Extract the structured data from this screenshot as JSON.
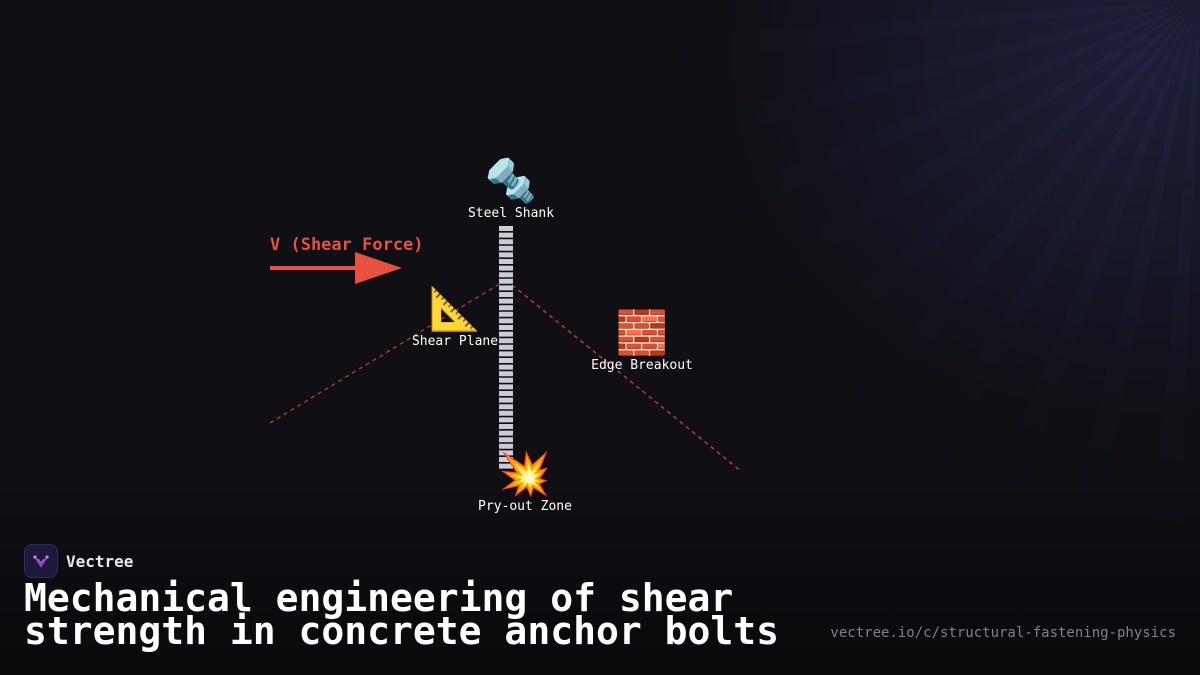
{
  "diagram": {
    "force_label": "V (Shear Force)",
    "nodes": {
      "steel_shank": {
        "icon": "nut-and-bolt-icon",
        "glyph": "🔩",
        "label": "Steel Shank"
      },
      "shear_plane": {
        "icon": "triangular-ruler-icon",
        "glyph": "📐",
        "label": "Shear Plane"
      },
      "edge_breakout": {
        "icon": "brick-icon",
        "glyph": "🧱",
        "label": "Edge Breakout"
      },
      "pryout_zone": {
        "icon": "collision-icon",
        "glyph": "💥",
        "label": "Pry-out Zone"
      }
    },
    "colors": {
      "force": "#e8503f",
      "failure_line": "#b0403a",
      "bolt": "#c9ccd4",
      "background": "#0f0f14"
    }
  },
  "brand": {
    "name": "Vectree"
  },
  "title": "Mechanical engineering of shear strength in concrete anchor bolts",
  "url": "vectree.io/c/structural-fastening-physics"
}
